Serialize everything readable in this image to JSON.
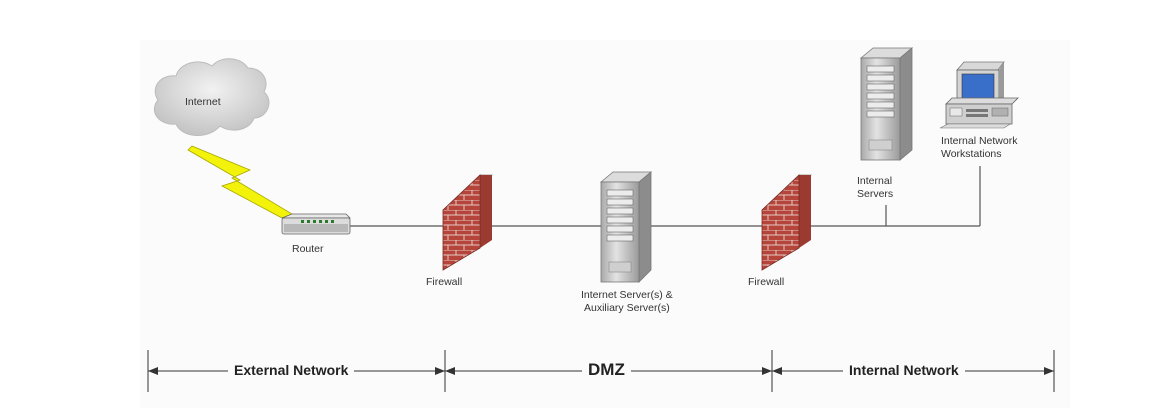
{
  "nodes": {
    "internet": "Internet",
    "router": "Router",
    "firewall_left": "Firewall",
    "dmz_servers_line1": "Internet Server(s) &",
    "dmz_servers_line2": "Auxiliary Server(s)",
    "firewall_right": "Firewall",
    "internal_servers_line1": "Internal",
    "internal_servers_line2": "Servers",
    "workstations_line1": "Internal Network",
    "workstations_line2": "Workstations"
  },
  "zones": {
    "external": "External Network",
    "dmz": "DMZ",
    "internal": "Internal Network"
  },
  "colors": {
    "line": "#555555",
    "lightning": "#f2f20a",
    "brick": "#b5453a",
    "server": "#bdbdbd"
  }
}
